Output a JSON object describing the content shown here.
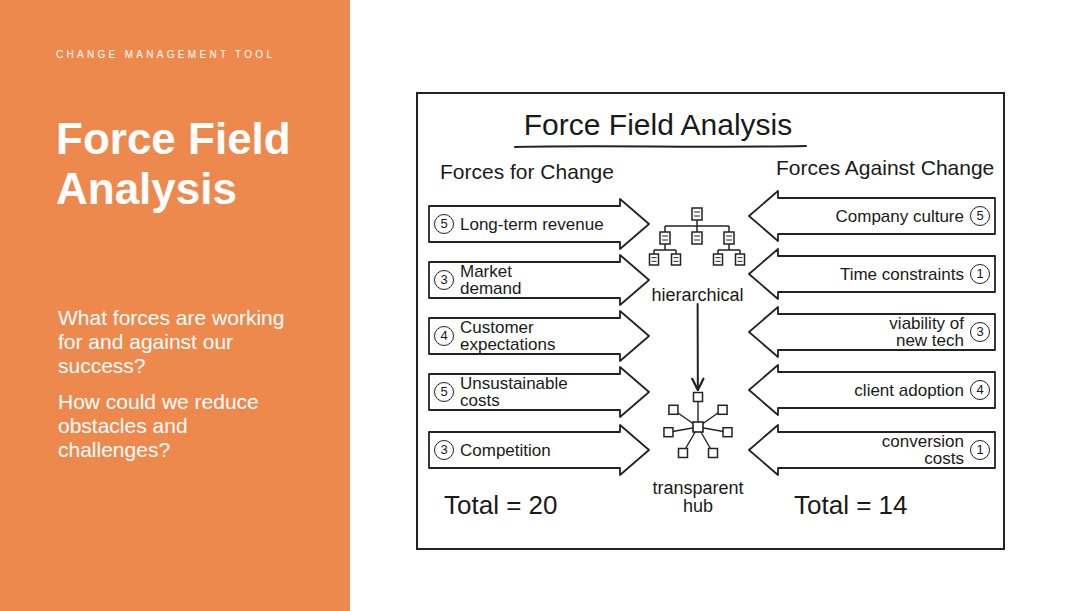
{
  "diagram": {
    "nodes": [
      {
        "text": [
          "CHANGE MANAGEMENT TOOL",
          "Force Field Analysis",
          "What forces are working for and against our success?",
          "How could we reduce obstacles and challenges?"
        ]
      },
      {
        "text": [
          "Force Field Analysis",
          "Forces for Change",
          "Forces Against Change",
          "Total = 20",
          "Total = 14"
        ]
      },
      {
        "text": [
          "5",
          "Long-term revenue"
        ],
        "in": 1
      },
      {
        "text": [
          "3",
          "Market demand"
        ],
        "in": 1
      },
      {
        "text": [
          "4",
          "Customer expectations"
        ],
        "in": 1
      },
      {
        "text": [
          "5",
          "Unsustainable costs"
        ],
        "in": 1
      },
      {
        "text": [
          "3",
          "Competition"
        ],
        "in": 1
      },
      {
        "text": [
          "Company culture",
          "5"
        ],
        "in": 1
      },
      {
        "text": [
          "Time constraints",
          "1"
        ],
        "in": 1
      },
      {
        "text": [
          "viability of new tech",
          "3"
        ],
        "in": 1
      },
      {
        "text": [
          "client adoption",
          "4"
        ],
        "in": 1
      },
      {
        "text": [
          "conversion costs",
          "1"
        ],
        "in": 1
      },
      {
        "text": [
          "hierarchical"
        ],
        "in": 1
      },
      {
        "text": [
          "transparent hub"
        ],
        "in": 1
      }
    ],
    "edges": [
      {
        "from": 12,
        "to": 13,
        "arrow": "to"
      }
    ]
  }
}
